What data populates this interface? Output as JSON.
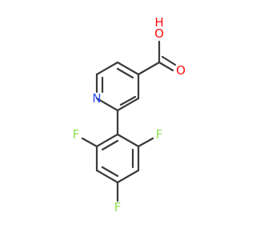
{
  "molecule": {
    "atoms": {
      "oh_o": {
        "symbol": "O",
        "color": "#ff0d0d"
      },
      "oh_h": {
        "symbol": "H",
        "color": "#ff0d0d"
      },
      "carbonyl_o": {
        "symbol": "O",
        "color": "#ff0d0d"
      },
      "ring_n": {
        "symbol": "N",
        "color": "#3050f8"
      },
      "f_left": {
        "symbol": "F",
        "color": "#90e050"
      },
      "f_right": {
        "symbol": "F",
        "color": "#90e050"
      },
      "f_bottom": {
        "symbol": "F",
        "color": "#90e050"
      }
    },
    "bond_color": "#3a3a3a"
  }
}
